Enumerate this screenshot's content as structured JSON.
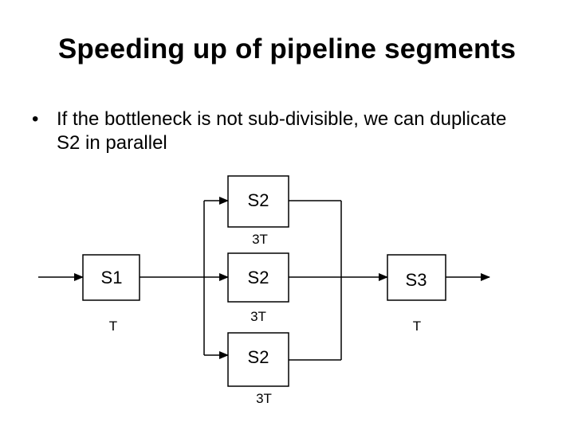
{
  "slide": {
    "title": "Speeding up of pipeline segments",
    "bullet_marker": "•",
    "bullet_text": "If the bottleneck is not sub-divisible, we can duplicate  S2 in parallel"
  },
  "diagram": {
    "stages": [
      {
        "name": "S1",
        "time": "T"
      },
      {
        "name": "S2",
        "time": "3T"
      },
      {
        "name": "S2",
        "time": "3T"
      },
      {
        "name": "S2",
        "time": "3T"
      },
      {
        "name": "S3",
        "time": "T"
      }
    ]
  }
}
